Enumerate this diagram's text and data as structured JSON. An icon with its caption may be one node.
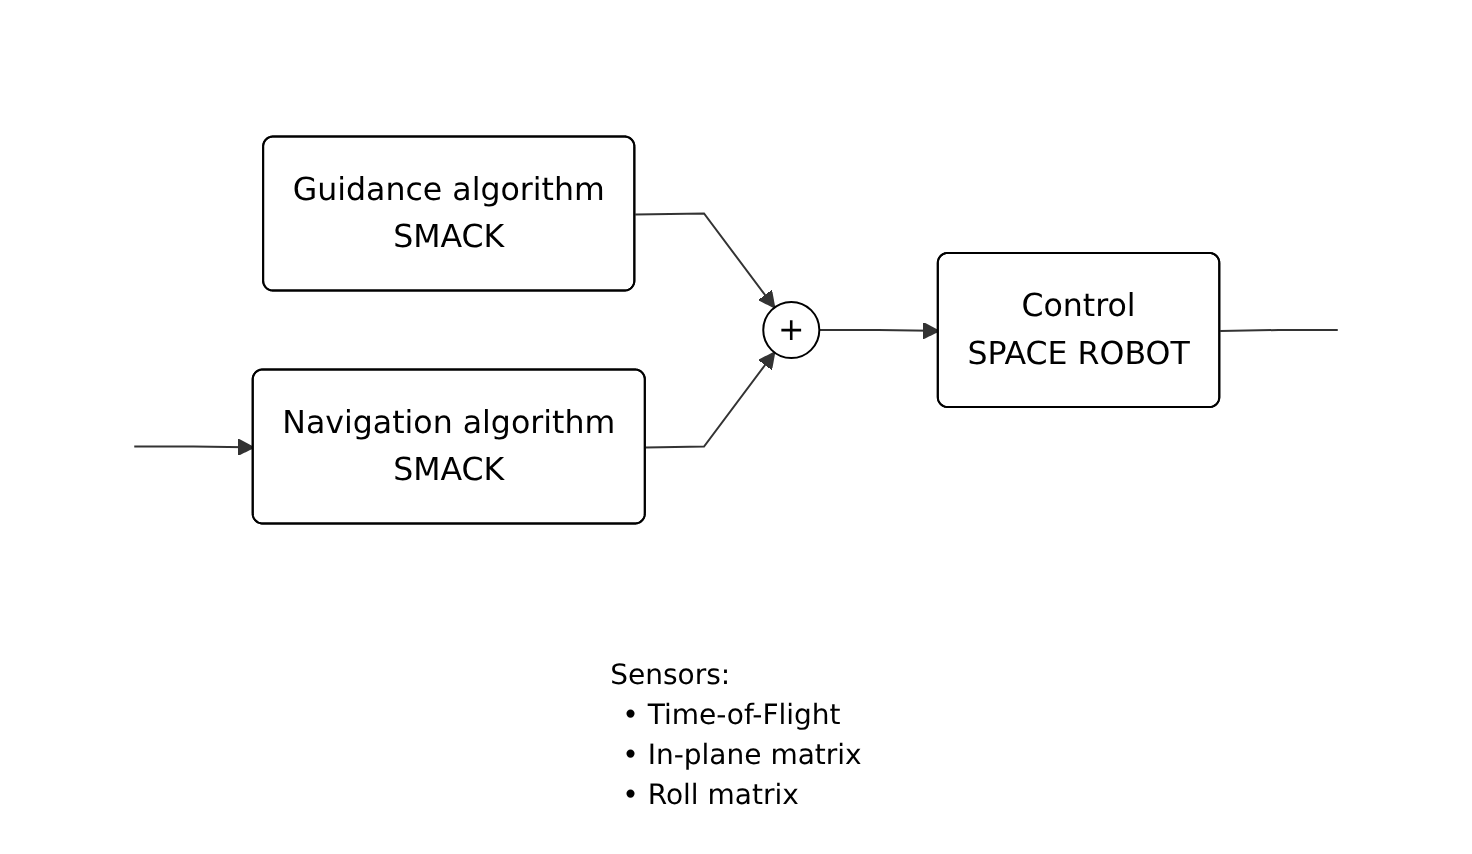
{
  "diagram": {
    "nodes": [
      {
        "text": [
          "Guidance algorithm",
          "SMACK"
        ]
      },
      {
        "text": [
          "+"
        ]
      },
      {
        "text": [
          "Control",
          "SPACE ROBOT"
        ]
      },
      {
        "text": [
          "Navigation algorithm",
          "SMACK"
        ],
        "beside": [
          "Sensors:",
          "• Time-of-Flight",
          "• In-plane matrix",
          "• Roll matrix"
        ]
      }
    ],
    "edges": [
      {
        "from": 0,
        "to": 1,
        "arrow": "to"
      },
      {
        "from": 1,
        "to": 2,
        "arrow": "to"
      },
      {
        "from": 2,
        "to": null,
        "arrow": "none"
      },
      {
        "from": null,
        "to": 3,
        "arrow": "to"
      },
      {
        "from": 3,
        "to": 1,
        "arrow": "to"
      }
    ]
  }
}
